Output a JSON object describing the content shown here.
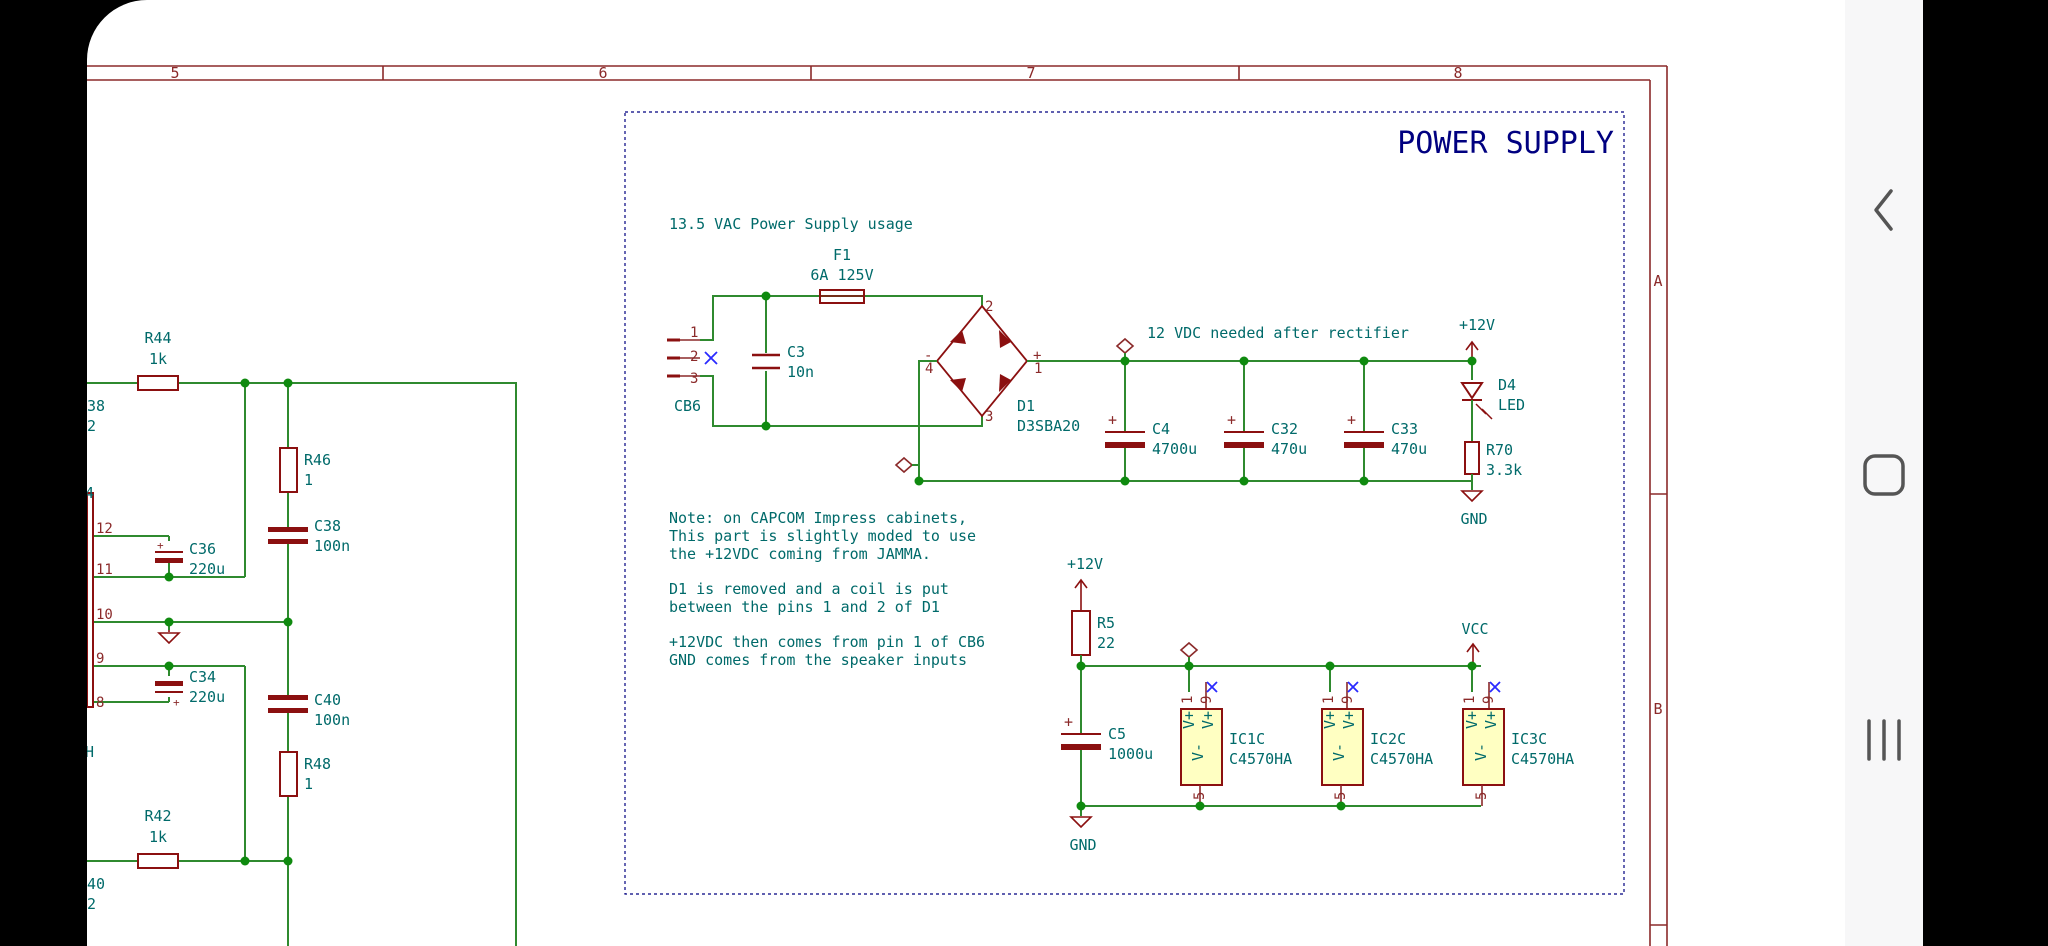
{
  "schematic": {
    "border_columns": [
      "5",
      "6",
      "7",
      "8"
    ],
    "border_rows": [
      "A",
      "B"
    ],
    "power_supply_title": "POWER SUPPLY",
    "usage_note": "13.5 VAC Power Supply usage",
    "rectifier_note": "12 VDC needed after rectifier",
    "note_lines": [
      "Note: on CAPCOM Impress cabinets,",
      "This part is slightly moded to use",
      "the +12VDC coming from JAMMA.",
      "",
      "D1 is removed and a coil is put",
      "between the pins 1 and 2 of D1",
      "",
      "+12VDC then comes from pin 1 of CB6",
      "GND comes from the speaker inputs"
    ],
    "F1": {
      "ref": "F1",
      "value": "6A 125V"
    },
    "CB6": {
      "ref": "CB6",
      "pins": [
        "1",
        "2",
        "3"
      ]
    },
    "C3": {
      "ref": "C3",
      "value": "10n"
    },
    "D1": {
      "ref": "D1",
      "value": "D3SBA20",
      "pins": [
        "2",
        "4",
        "1",
        "3"
      ],
      "minus": "-",
      "plus": "+"
    },
    "C4": {
      "ref": "C4",
      "value": "4700u"
    },
    "C32": {
      "ref": "C32",
      "value": "470u"
    },
    "C33": {
      "ref": "C33",
      "value": "470u"
    },
    "D4": {
      "ref": "D4",
      "value": "LED"
    },
    "R70": {
      "ref": "R70",
      "value": "3.3k"
    },
    "R5": {
      "ref": "R5",
      "value": "22"
    },
    "C5": {
      "ref": "C5",
      "value": "1000u"
    },
    "IC1C": {
      "ref": "IC1C",
      "value": "C4570HA"
    },
    "IC2C": {
      "ref": "IC2C",
      "value": "C4570HA"
    },
    "IC3C": {
      "ref": "IC3C",
      "value": "C4570HA"
    },
    "ic_pins": {
      "top_left": "1",
      "top_right": "9",
      "bottom": "5",
      "vplus": "V+",
      "vminus": "V-"
    },
    "power": {
      "v12": "+12V",
      "gnd": "GND",
      "vcc": "VCC",
      "plus": "+"
    },
    "left": {
      "R44": {
        "ref": "R44",
        "value": "1k"
      },
      "R46": {
        "ref": "R46",
        "value": "1"
      },
      "C38": {
        "ref": "C38",
        "value": "100n"
      },
      "C36": {
        "ref": "C36",
        "value": "220u"
      },
      "C34": {
        "ref": "C34",
        "value": "220u"
      },
      "C40": {
        "ref": "C40",
        "value": "100n"
      },
      "R48": {
        "ref": "R48",
        "value": "1"
      },
      "R42": {
        "ref": "R42",
        "value": "1k"
      },
      "partial_38": "38",
      "partial_2a": "2",
      "partial_40": "40",
      "partial_2b": "2",
      "partial_4": "4",
      "partial_H": "H",
      "pins": [
        "12",
        "11",
        "10",
        "9",
        "8"
      ]
    }
  },
  "nav": {
    "back_icon": "chevron-left-icon",
    "home_icon": "rounded-square-icon",
    "recents_icon": "three-bars-icon"
  },
  "colors": {
    "frame": "#8b2a2a",
    "wire": "#2f8a2f",
    "junction": "#0f8a0f",
    "text": "#006a6a",
    "title": "#000080",
    "component": "#8b1010",
    "navbar": "#f7f7f8"
  }
}
